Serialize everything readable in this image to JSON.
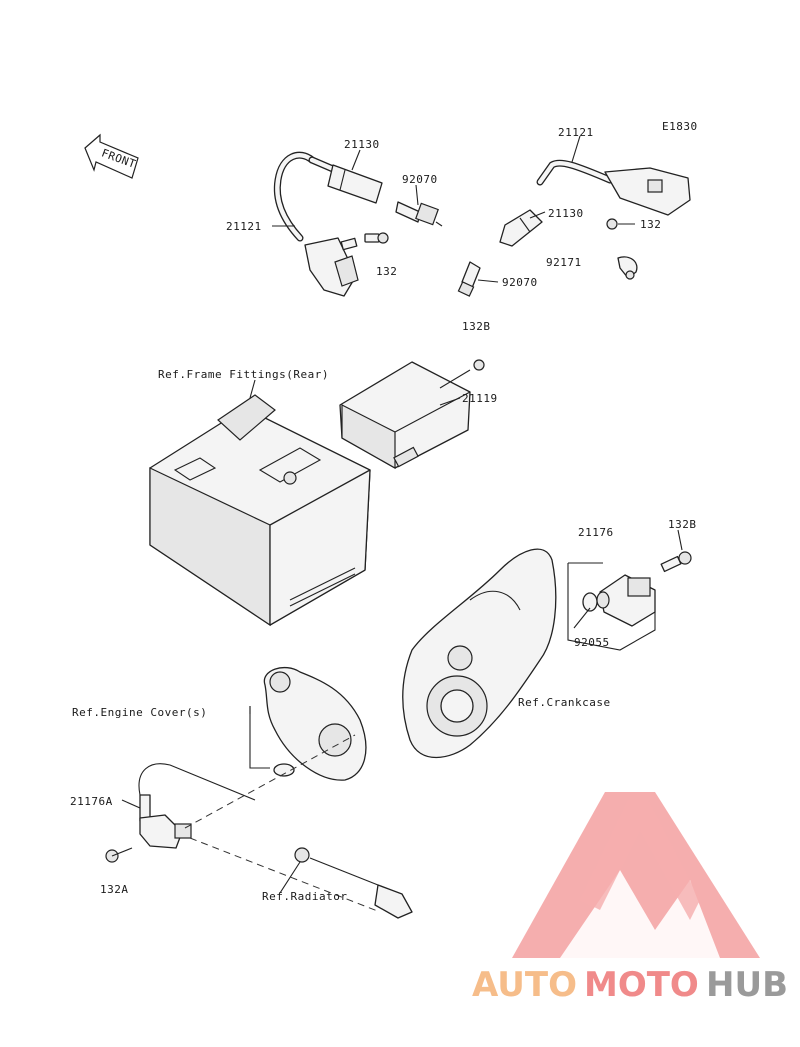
{
  "diagram_code": "E1830",
  "front_label": "FRONT",
  "part_labels": {
    "p21130_left": "21130",
    "p92070_left": "92070",
    "p21121_left": "21121",
    "p132_left": "132",
    "p21121_right": "21121",
    "p21130_right": "21130",
    "p132_right": "132",
    "p92171": "92171",
    "p92070_right": "92070",
    "p132B_top": "132B",
    "p21119": "21119",
    "p21176": "21176",
    "p132B_right": "132B",
    "p92055": "92055",
    "p21176A": "21176A",
    "p132A": "132A"
  },
  "ref_labels": {
    "frame_fittings": "Ref.Frame Fittings(Rear)",
    "crankcase": "Ref.Crankcase",
    "engine_cover": "Ref.Engine Cover(s)",
    "radiator": "Ref.Radiator"
  },
  "watermark": {
    "part1": "AUTO",
    "part2": "MOTO",
    "part3": "HUB",
    "color_part1": "#f6bd8a",
    "color_part2": "#f08a8a",
    "color_part3": "#9a9a9a",
    "logo_color": "#f08080"
  }
}
